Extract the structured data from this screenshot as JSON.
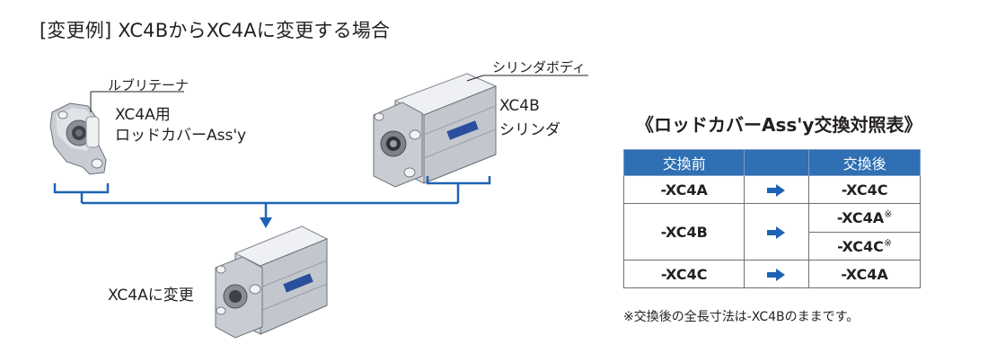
{
  "title": "[変更例] XC4BからXC4Aに変更する場合",
  "labels": {
    "retainer": "ルブリテーナ",
    "rodcover_line1": "XC4A用",
    "rodcover_line2": "ロッドカバーAss'y",
    "cylinder_body": "シリンダボディ",
    "xc4b_line1": "XC4B",
    "xc4b_line2": "シリンダ",
    "result": "XC4Aに変更"
  },
  "table": {
    "title": "《ロッドカバーAss'y交換対照表》",
    "header_before": "交換前",
    "header_after": "交換後",
    "rows": [
      {
        "before": "-XC4A",
        "after": "-XC4C"
      },
      {
        "before": "-XC4B",
        "after1": "-XC4A",
        "after2": "-XC4C",
        "mark": "※"
      },
      {
        "before": "-XC4C",
        "after": "-XC4A"
      }
    ]
  },
  "note": "※交換後の全長寸法は-XC4Bのままです。",
  "colors": {
    "header_bg": "#2f6fb3",
    "arrow": "#1e64b4",
    "bracket": "#1e64b4"
  }
}
